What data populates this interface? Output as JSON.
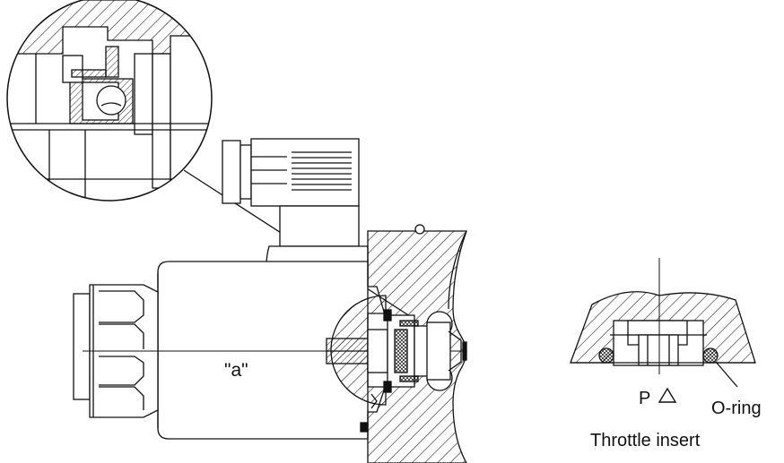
{
  "labels": {
    "detail_a": "\"a\"",
    "port": "P",
    "o_ring": "O-ring",
    "insert": "Throttle insert"
  },
  "icons": {
    "port_symbol": "triangle-icon"
  },
  "colors": {
    "line": "#111111",
    "background": "#ffffff"
  }
}
